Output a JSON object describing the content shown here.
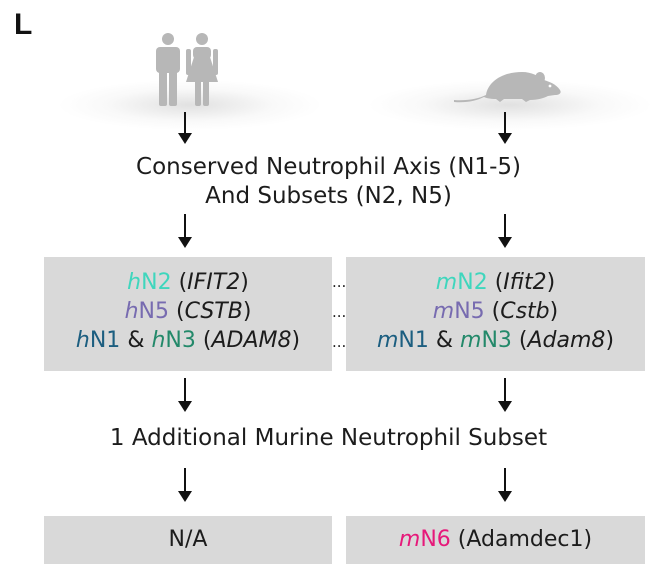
{
  "panel_label": "L",
  "axis_title_line1": "Conserved Neutrophil Axis (N1-5)",
  "axis_title_line2": "And Subsets (N2, N5)",
  "additional_title": "1 Additional Murine Neutrophil Subset",
  "human": {
    "icon": "human-male-female-icon",
    "row1": {
      "prefix": "h",
      "subset": "N2",
      "gene": "IFIT2"
    },
    "row2": {
      "prefix": "h",
      "subset": "N5",
      "gene": "CSTB"
    },
    "row3": {
      "prefix1": "h",
      "subset1": "N1",
      "amp": "&",
      "prefix2": "h",
      "subset2": "N3",
      "gene": "ADAM8"
    },
    "bottom": "N/A"
  },
  "mouse": {
    "icon": "mouse-icon",
    "row1": {
      "prefix": "m",
      "subset": "N2",
      "gene": "Ifit2"
    },
    "row2": {
      "prefix": "m",
      "subset": "N5",
      "gene": "Cstb"
    },
    "row3": {
      "prefix1": "m",
      "subset1": "N1",
      "amp": "&",
      "prefix2": "m",
      "subset2": "N3",
      "gene": "Adam8"
    },
    "bottom": {
      "prefix": "m",
      "subset": "N6",
      "gene": "(Adamdec1)"
    }
  },
  "connector_dots": "...",
  "colors": {
    "N2": "#3fd6bd",
    "N5": "#776bb0",
    "N1": "#1c5e80",
    "N3": "#23896a",
    "N6": "#e6197a",
    "box": "#d9d9d9",
    "icon": "#b7b7b7"
  }
}
